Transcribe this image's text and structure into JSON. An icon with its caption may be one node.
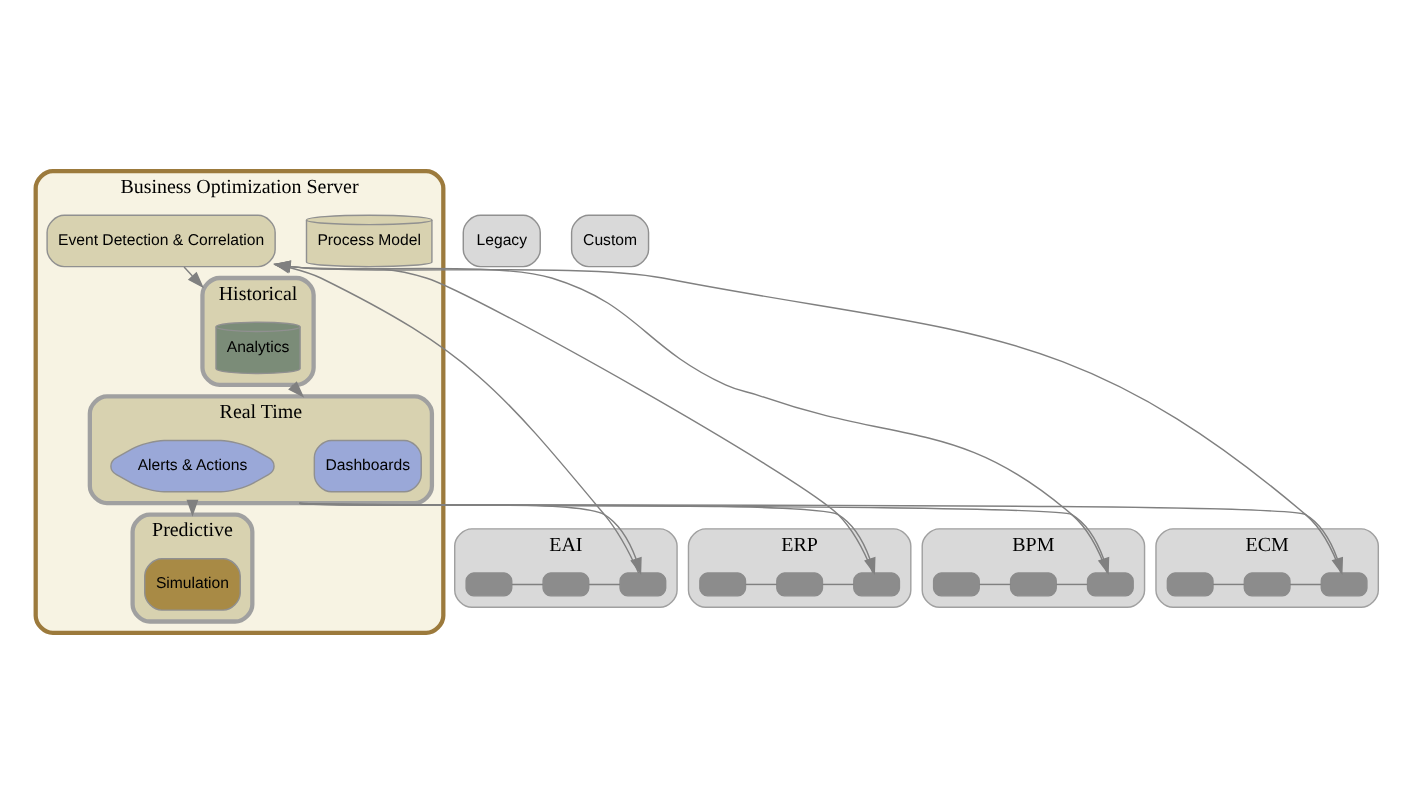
{
  "diagram": {
    "nodes": [
      {
        "text": [
          "Business Optimization Server"
        ]
      },
      {
        "text": [
          "Process Model"
        ],
        "in": 0
      },
      {
        "text": [
          "Event Detection & Correlation"
        ],
        "in": 0
      },
      {
        "text": [
          "Historical"
        ],
        "in": 0
      },
      {
        "text": [
          "Analytics"
        ],
        "in": 3
      },
      {
        "text": [
          "Real Time"
        ],
        "in": 0
      },
      {
        "text": [
          "Dashboards"
        ],
        "in": 5
      },
      {
        "text": [
          "Alerts & Actions"
        ],
        "in": 5
      },
      {
        "text": [
          "Predictive"
        ],
        "in": 0
      },
      {
        "text": [
          "Simulation"
        ],
        "in": 8
      },
      {
        "text": [
          "EAI"
        ]
      },
      {
        "text": [],
        "shape": "box",
        "in": 10
      },
      {
        "text": [],
        "shape": "box",
        "in": 10
      },
      {
        "text": [],
        "shape": "box",
        "in": 10
      },
      {
        "text": [
          "ERP"
        ]
      },
      {
        "text": [],
        "shape": "box",
        "in": 14
      },
      {
        "text": [],
        "shape": "box",
        "in": 14
      },
      {
        "text": [],
        "shape": "box",
        "in": 14
      },
      {
        "text": [
          "BPM"
        ]
      },
      {
        "text": [],
        "shape": "box",
        "in": 18
      },
      {
        "text": [],
        "shape": "box",
        "in": 18
      },
      {
        "text": [],
        "shape": "box",
        "in": 18
      },
      {
        "text": [
          "ECM"
        ]
      },
      {
        "text": [],
        "shape": "box",
        "in": 22
      },
      {
        "text": [],
        "shape": "box",
        "in": 22
      },
      {
        "text": [],
        "shape": "box",
        "in": 22
      },
      {
        "text": [
          "Legacy"
        ]
      },
      {
        "text": [
          "Custom"
        ]
      }
    ],
    "edges": [
      {
        "from": 2,
        "to": 3,
        "arrow": "to"
      },
      {
        "from": 3,
        "to": 5,
        "arrow": "to"
      },
      {
        "from": 5,
        "to": 8,
        "arrow": "to"
      },
      {
        "from": 5,
        "to": 13,
        "arrow": "to"
      },
      {
        "from": 5,
        "to": 17,
        "arrow": "to"
      },
      {
        "from": 5,
        "to": 21,
        "arrow": "to"
      },
      {
        "from": 5,
        "to": 25,
        "arrow": "to"
      },
      {
        "from": 13,
        "to": 2,
        "arrow": "to"
      },
      {
        "from": 17,
        "to": 2,
        "arrow": "to"
      },
      {
        "from": 21,
        "to": 2,
        "arrow": "to"
      },
      {
        "from": 25,
        "to": 2,
        "arrow": "to"
      },
      {
        "from": 11,
        "to": 12,
        "arrow": "none"
      },
      {
        "from": 12,
        "to": 13,
        "arrow": "none"
      },
      {
        "from": 15,
        "to": 16,
        "arrow": "none"
      },
      {
        "from": 16,
        "to": 17,
        "arrow": "none"
      },
      {
        "from": 19,
        "to": 20,
        "arrow": "none"
      },
      {
        "from": 20,
        "to": 21,
        "arrow": "none"
      },
      {
        "from": 23,
        "to": 24,
        "arrow": "none"
      },
      {
        "from": 24,
        "to": 25,
        "arrow": "none"
      }
    ]
  }
}
